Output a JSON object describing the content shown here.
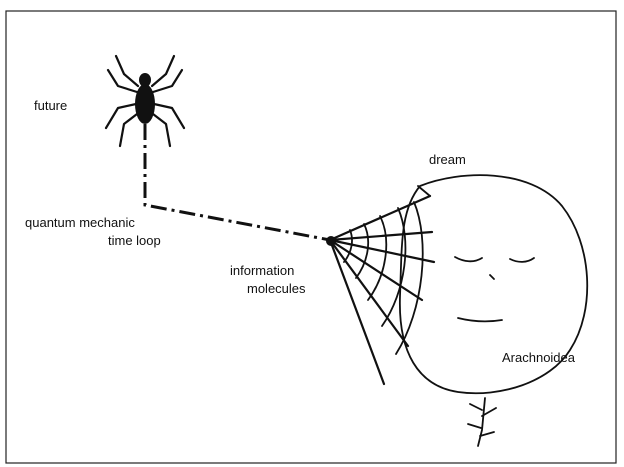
{
  "labels": {
    "future": "future",
    "time_loop_line1": "quantum mechanic",
    "time_loop_line2": "time loop",
    "information_line1": "information",
    "information_line2": "molecules",
    "dream": "dream",
    "arachnoidea": "Arachnoidea"
  },
  "colors": {
    "ink": "#111111",
    "background": "#ffffff"
  }
}
